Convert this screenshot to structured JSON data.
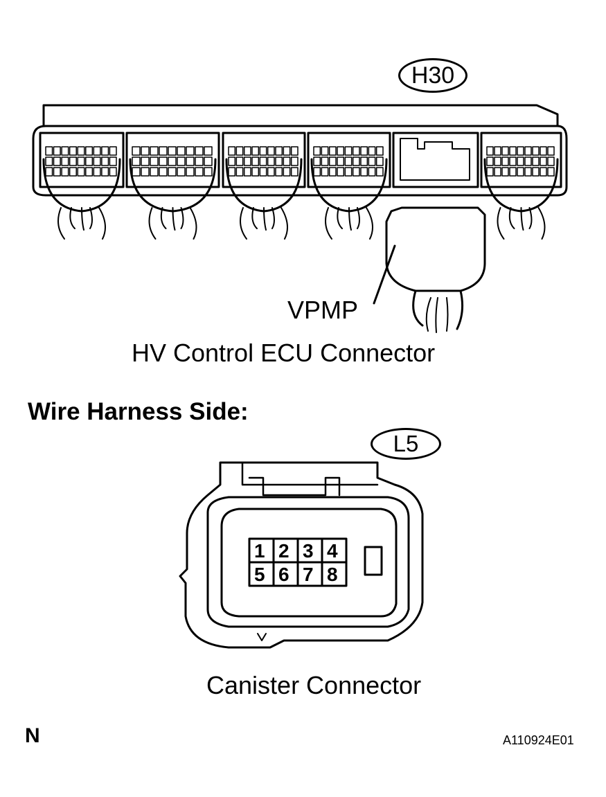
{
  "ecu": {
    "connector_code": "H30",
    "terminal_label": "VPMP",
    "caption": "HV Control ECU Connector"
  },
  "harness_side_heading": "Wire Harness Side:",
  "canister": {
    "connector_code": "L5",
    "pins": [
      "1",
      "2",
      "3",
      "4",
      "5",
      "6",
      "7",
      "8"
    ],
    "caption": "Canister Connector"
  },
  "footer": {
    "left_mark": "N",
    "figure_id": "A110924E01"
  }
}
